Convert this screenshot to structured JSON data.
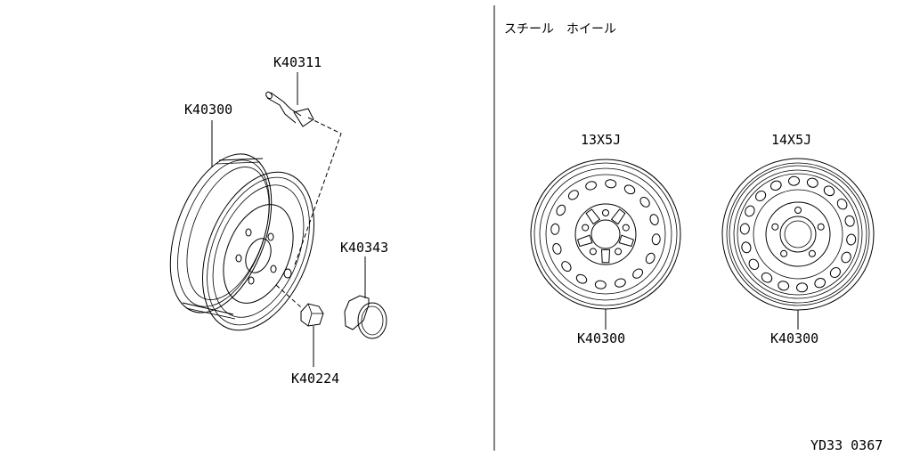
{
  "section_title": "スチール　ホイール",
  "parts": {
    "wheel_main": "K40300",
    "valve": "K40311",
    "nut": "K40224",
    "cap": "K40343"
  },
  "variants": [
    {
      "size": "13X5J",
      "part": "K40300"
    },
    {
      "size": "14X5J",
      "part": "K40300"
    }
  ],
  "footer_code": "YD33  0367"
}
